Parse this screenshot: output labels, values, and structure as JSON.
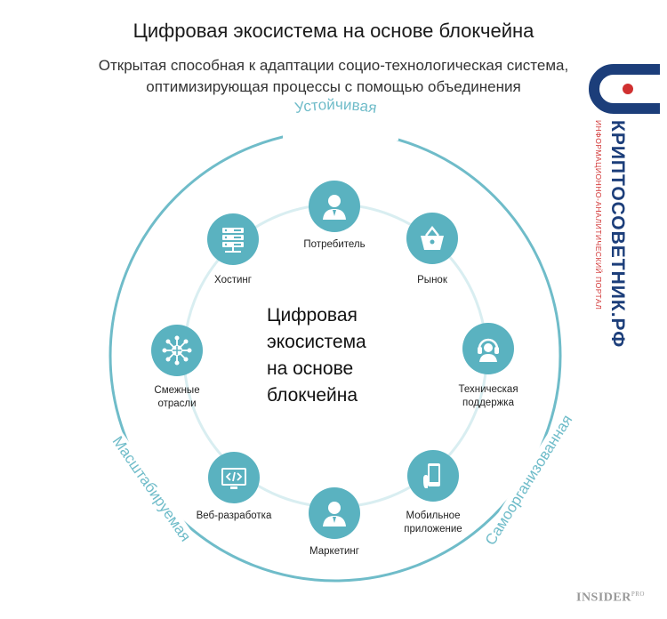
{
  "header": {
    "title": "Цифровая экосистема на основе блокчейна",
    "subtitle": "Открытая способная к адаптации социо-технологическая система,\nоптимизирующая процессы с помощью объединения"
  },
  "center": {
    "label": "Цифровая\nэкосистема\nна основе\nблокчейна"
  },
  "arc_labels": {
    "top": "Устойчивая",
    "right": "Самоорганизованная",
    "left": "Масштабируемая"
  },
  "nodes": [
    {
      "id": "consumer",
      "label": "Потребитель",
      "icon": "person-icon"
    },
    {
      "id": "market",
      "label": "Рынок",
      "icon": "basket-icon"
    },
    {
      "id": "support",
      "label": "Техническая\nподдержка",
      "icon": "headset-icon"
    },
    {
      "id": "mobile",
      "label": "Мобильное\nприложение",
      "icon": "phone-icon"
    },
    {
      "id": "marketing",
      "label": "Маркетинг",
      "icon": "person-icon"
    },
    {
      "id": "webdev",
      "label": "Веб-разработка",
      "icon": "code-icon"
    },
    {
      "id": "related",
      "label": "Смежные\nотрасли",
      "icon": "network-icon"
    },
    {
      "id": "hosting",
      "label": "Хостинг",
      "icon": "server-icon"
    }
  ],
  "logo": {
    "name": "КРИПТОСОВЕТНИК.РФ",
    "tagline": "ИНФОРМАЦИОННО-АНАЛИТИЧЕСКИЙ ПОРТАЛ"
  },
  "watermark": {
    "name": "INSIDER",
    "suffix": "PRO"
  },
  "colors": {
    "accent": "#5ab2c0",
    "arc_text": "#6fbcc9",
    "inner_ring": "#d9eef1",
    "outer_ring": "#6fbcc9",
    "logo_blue": "#1c3e7a",
    "logo_red": "#d03030"
  }
}
